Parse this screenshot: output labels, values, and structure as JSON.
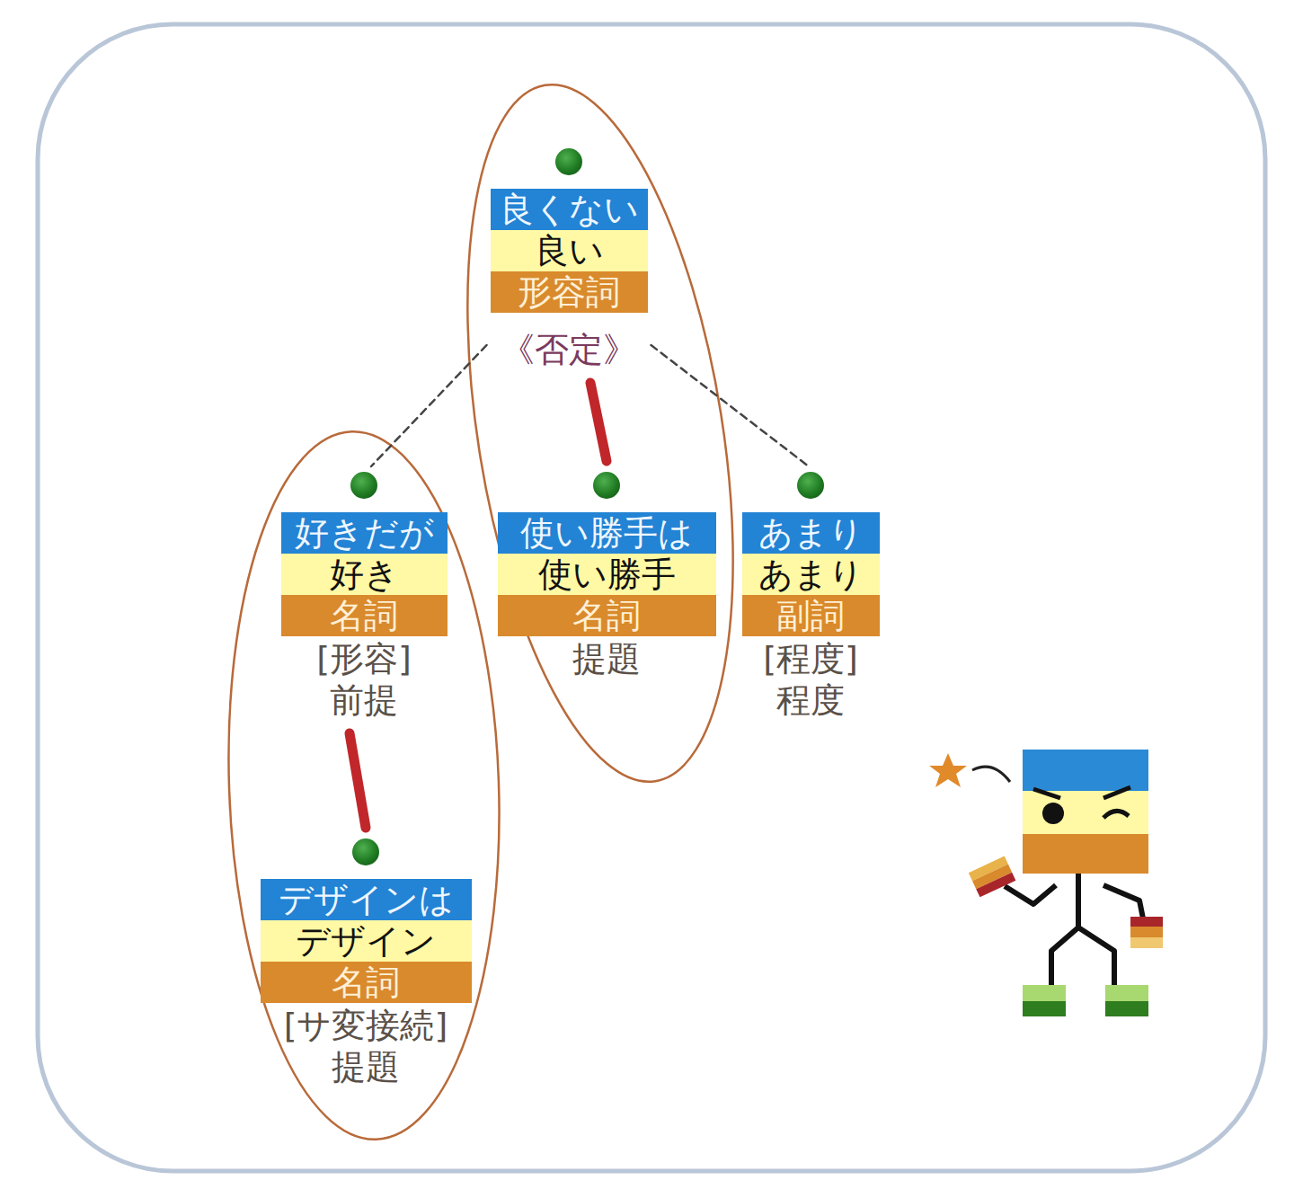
{
  "diagram": {
    "nodes": [
      {
        "text": [
          "良くない",
          "良い",
          "形容詞",
          "《否定》"
        ]
      },
      {
        "text": [
          "好きだが",
          "好き",
          "名詞",
          "[形容]",
          "前提"
        ]
      },
      {
        "text": [
          "使い勝手は",
          "使い勝手",
          "名詞",
          "提題"
        ]
      },
      {
        "text": [
          "あまり",
          "あまり",
          "副詞",
          "[程度]",
          "程度"
        ]
      },
      {
        "text": [
          "デザインは",
          "デザイン",
          "名詞",
          "[サ変接続]",
          "提題"
        ]
      }
    ],
    "edges": [
      {
        "from": 0,
        "to": 2,
        "arrow": "none"
      },
      {
        "from": 0,
        "to": 1,
        "arrow": "none"
      },
      {
        "from": 0,
        "to": 3,
        "arrow": "none"
      },
      {
        "from": 1,
        "to": 4,
        "arrow": "none"
      }
    ]
  }
}
